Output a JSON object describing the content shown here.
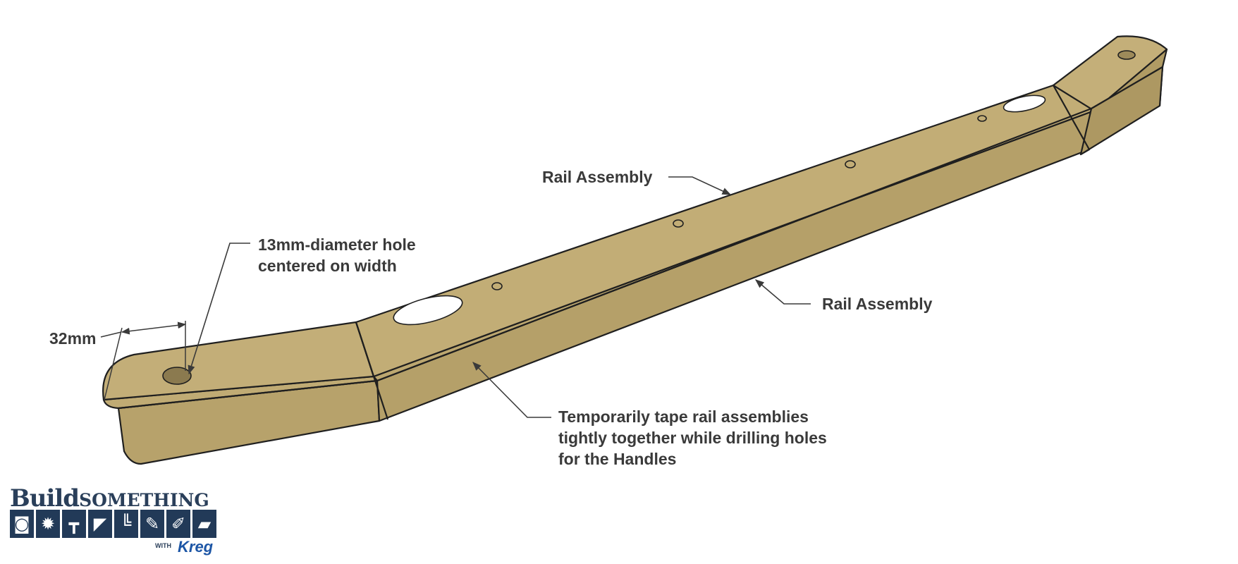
{
  "labels": {
    "hole_line1": "13mm-diameter hole",
    "hole_line2": "centered on width",
    "rail_top": "Rail Assembly",
    "rail_bottom": "Rail Assembly",
    "tape_line1": "Temporarily tape rail assemblies",
    "tape_line2": "tightly together while drilling holes",
    "tape_line3": "for the Handles",
    "dimension": "32mm"
  },
  "logo": {
    "build": "Build",
    "something": "SOMETHING",
    "with": "WITH",
    "brand": "Kreg"
  },
  "colors": {
    "wood_top": "#c2ad76",
    "wood_side": "#b9a46d",
    "outline": "#1f1f1f",
    "text": "#3a3a3a",
    "logo_navy": "#223a58",
    "kreg_blue": "#1d56a6"
  },
  "icons": [
    "tape-measure-icon",
    "saw-blade-icon",
    "hammer-icon",
    "drill-icon",
    "clamp-icon",
    "wrench-icon",
    "paint-brush-icon",
    "paint-roller-icon"
  ]
}
